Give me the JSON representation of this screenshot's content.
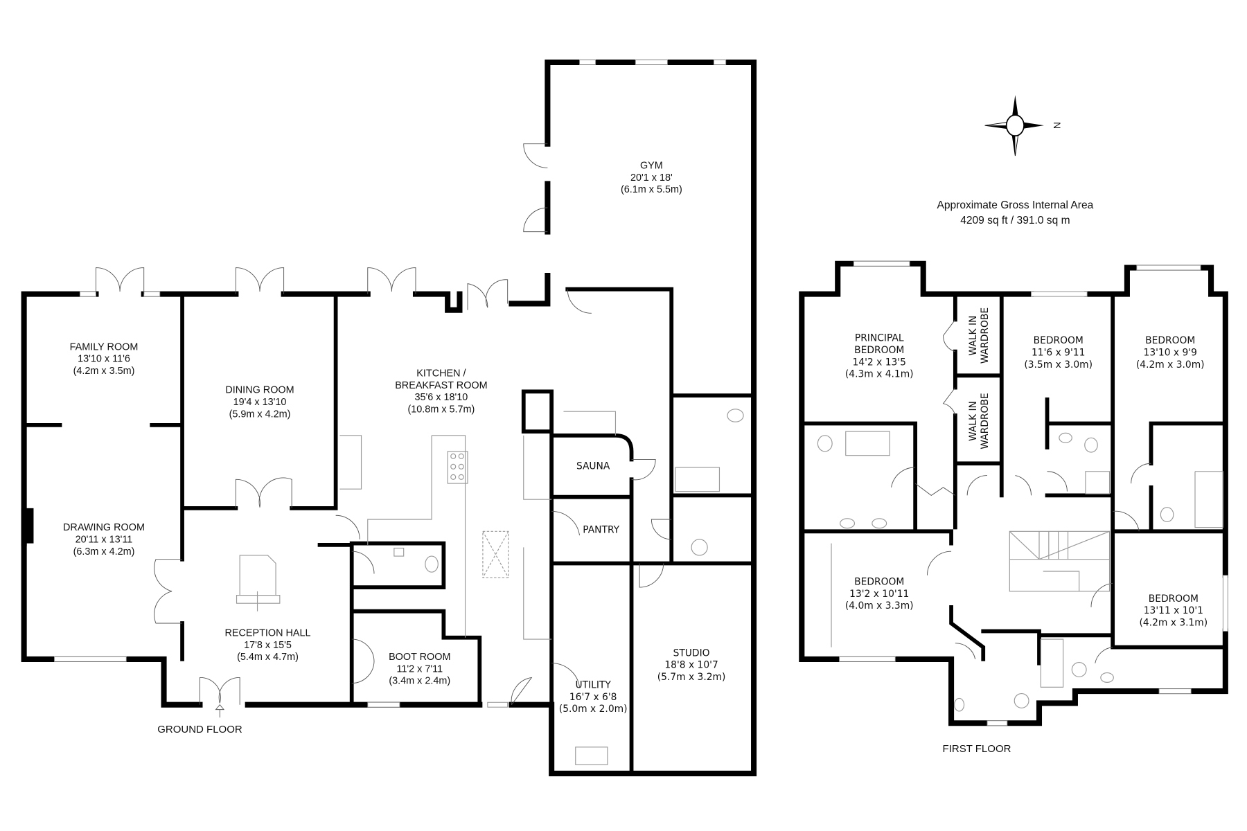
{
  "area": {
    "title": "Approximate Gross Internal Area",
    "value": "4209 sq ft / 391.0 sq m"
  },
  "compass": {
    "icon": "compass-rose-icon",
    "north_label": "N"
  },
  "ground_floor": {
    "label": "GROUND FLOOR",
    "rooms": [
      {
        "name": "FAMILY ROOM",
        "imperial": "13'10 x 11'6",
        "metric": "(4.2m x 3.5m)"
      },
      {
        "name": "DINING ROOM",
        "imperial": "19'4 x 13'10",
        "metric": "(5.9m x 4.2m)"
      },
      {
        "name1": "KITCHEN /",
        "name2": "BREAKFAST ROOM",
        "imperial": "35'6 x 18'10",
        "metric": "(10.8m x 5.7m)"
      },
      {
        "name": "GYM",
        "imperial": "20'1 x 18'",
        "metric": "(6.1m x 5.5m)"
      },
      {
        "name": "DRAWING ROOM",
        "imperial": "20'11 x 13'11",
        "metric": "(6.3m x 4.2m)"
      },
      {
        "name": "RECEPTION HALL",
        "imperial": "17'8 x 15'5",
        "metric": "(5.4m x 4.7m)"
      },
      {
        "name": "BOOT ROOM",
        "imperial": "11'2 x 7'11",
        "metric": "(3.4m x 2.4m)"
      },
      {
        "name": "SAUNA"
      },
      {
        "name": "PANTRY"
      },
      {
        "name": "UTILITY",
        "imperial": "16'7 x 6'8",
        "metric": "(5.0m x 2.0m)"
      },
      {
        "name": "STUDIO",
        "imperial": "18'8 x 10'7",
        "metric": "(5.7m x 3.2m)"
      }
    ]
  },
  "first_floor": {
    "label": "FIRST FLOOR",
    "rooms": [
      {
        "name1": "PRINCIPAL",
        "name2": "BEDROOM",
        "imperial": "14'2 x 13'5",
        "metric": "(4.3m x 4.1m)"
      },
      {
        "name1": "WALK IN",
        "name2": "WARDROBE"
      },
      {
        "name1": "WALK IN",
        "name2": "WARDROBE"
      },
      {
        "name": "BEDROOM",
        "imperial": "11'6 x 9'11",
        "metric": "(3.5m x 3.0m)"
      },
      {
        "name": "BEDROOM",
        "imperial": "13'10 x 9'9",
        "metric": "(4.2m x 3.0m)"
      },
      {
        "name": "BEDROOM",
        "imperial": "13'2 x 10'11",
        "metric": "(4.0m x 3.3m)"
      },
      {
        "name": "BEDROOM",
        "imperial": "13'11 x 10'1",
        "metric": "(4.2m x 3.1m)"
      }
    ]
  }
}
